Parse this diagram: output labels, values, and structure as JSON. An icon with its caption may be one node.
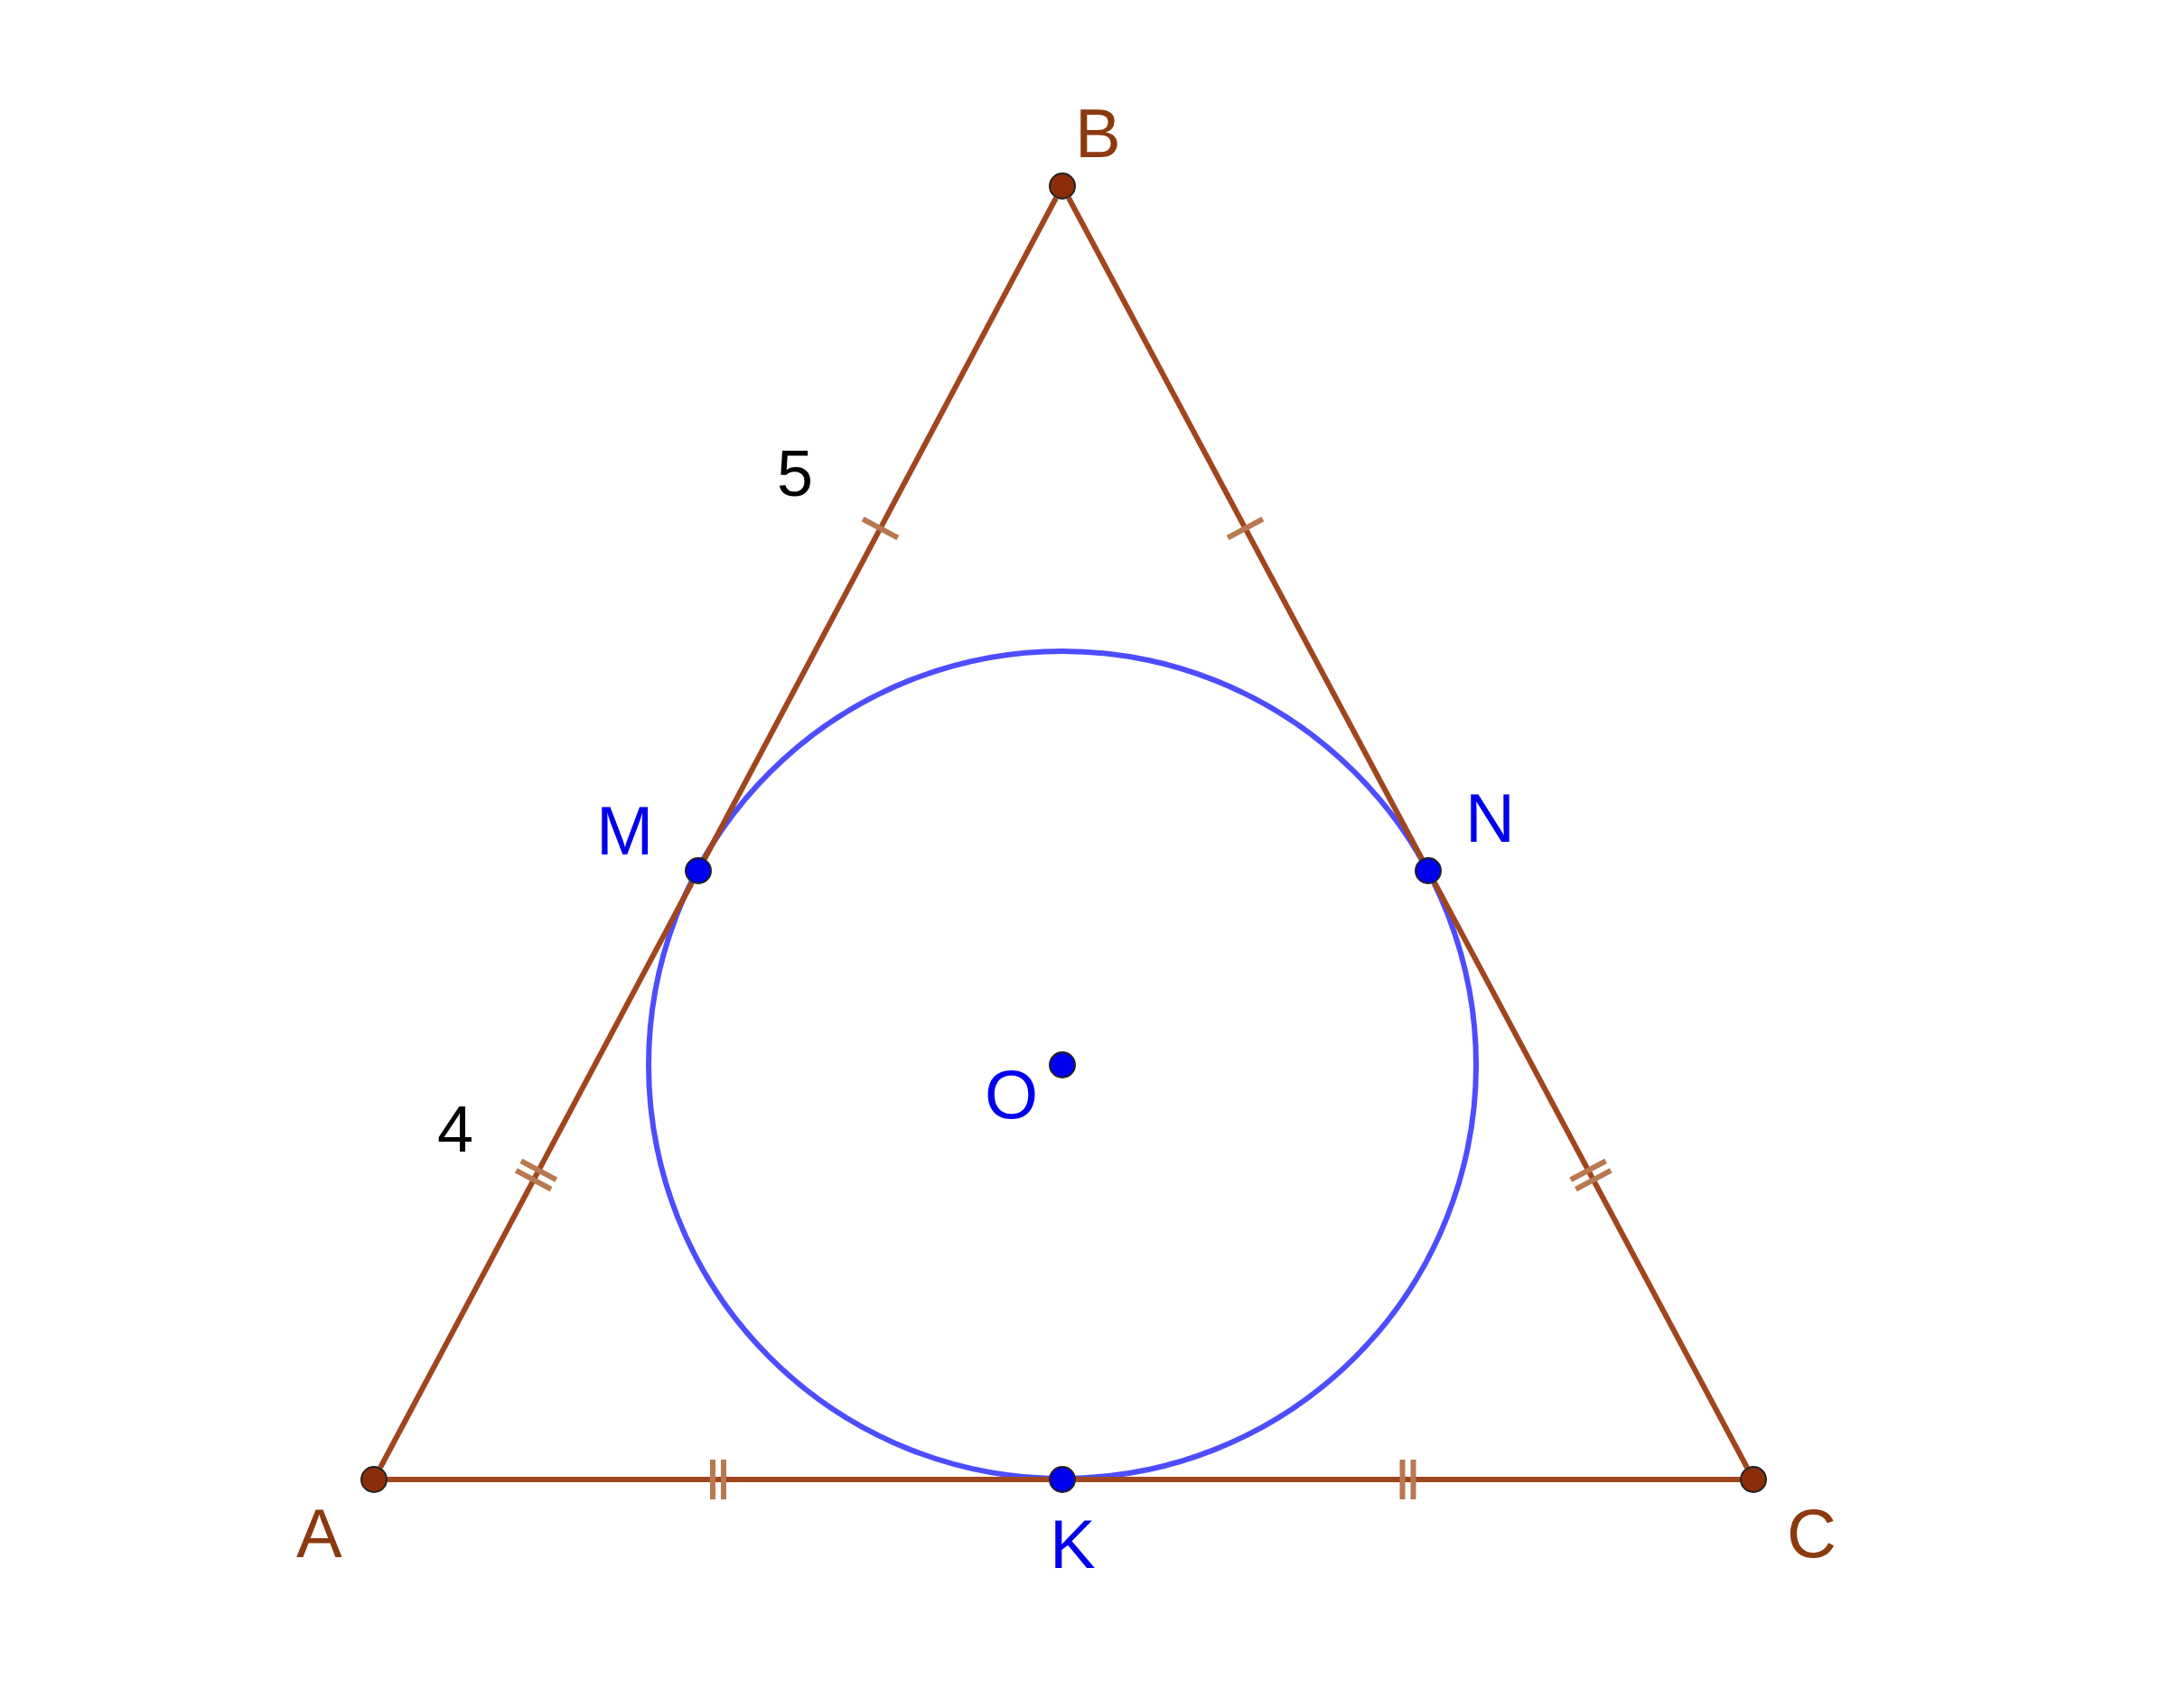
{
  "diagram": {
    "nodes": [
      {
        "text": [
          "B"
        ]
      },
      {
        "text": [
          "M"
        ]
      },
      {
        "text": [
          "N"
        ]
      },
      {
        "text": [
          "O"
        ]
      },
      {
        "text": [
          "A"
        ]
      },
      {
        "text": [
          "K"
        ]
      },
      {
        "text": [
          "C"
        ]
      }
    ],
    "edges": [
      {
        "from": 4,
        "to": 1,
        "arrow": "none"
      },
      {
        "from": 1,
        "to": 0,
        "arrow": "none"
      },
      {
        "from": 0,
        "to": 2,
        "arrow": "none"
      },
      {
        "from": 2,
        "to": 6,
        "arrow": "none"
      },
      {
        "from": 4,
        "to": 5,
        "arrow": "none"
      },
      {
        "from": 5,
        "to": 6,
        "arrow": "none"
      }
    ],
    "labels": [
      "5",
      "4"
    ]
  }
}
